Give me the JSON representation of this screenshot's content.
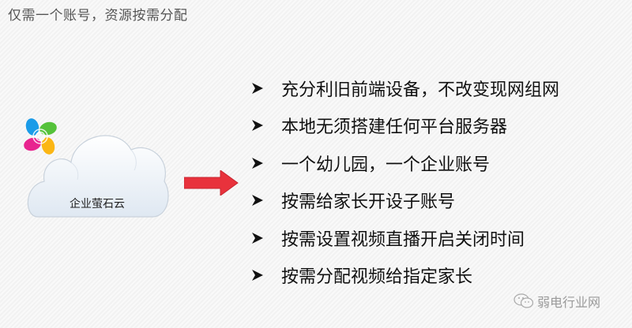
{
  "slide": {
    "title": "仅需一个账号，资源按需分配"
  },
  "cloud": {
    "label": "企业萤石云",
    "logo_colors": [
      "#1a9be8",
      "#55c23a",
      "#e8258f",
      "#fbb614"
    ]
  },
  "arrow": {
    "icon": "right-arrow-icon",
    "color": "#e8323c"
  },
  "bullets": {
    "marker_icon": "arrowhead-bullet-icon",
    "items": [
      {
        "text": "充分利旧前端设备，不改变现网组网"
      },
      {
        "text": "本地无须搭建任何平台服务器"
      },
      {
        "text": "一个幼儿园，一个企业账号"
      },
      {
        "text": "按需给家长开设子账号"
      },
      {
        "text": "按需设置视频直播开启关闭时间"
      },
      {
        "text": "按需分配视频给指定家长"
      }
    ]
  },
  "watermark": {
    "icon": "wechat-icon",
    "text": "弱电行业网"
  }
}
